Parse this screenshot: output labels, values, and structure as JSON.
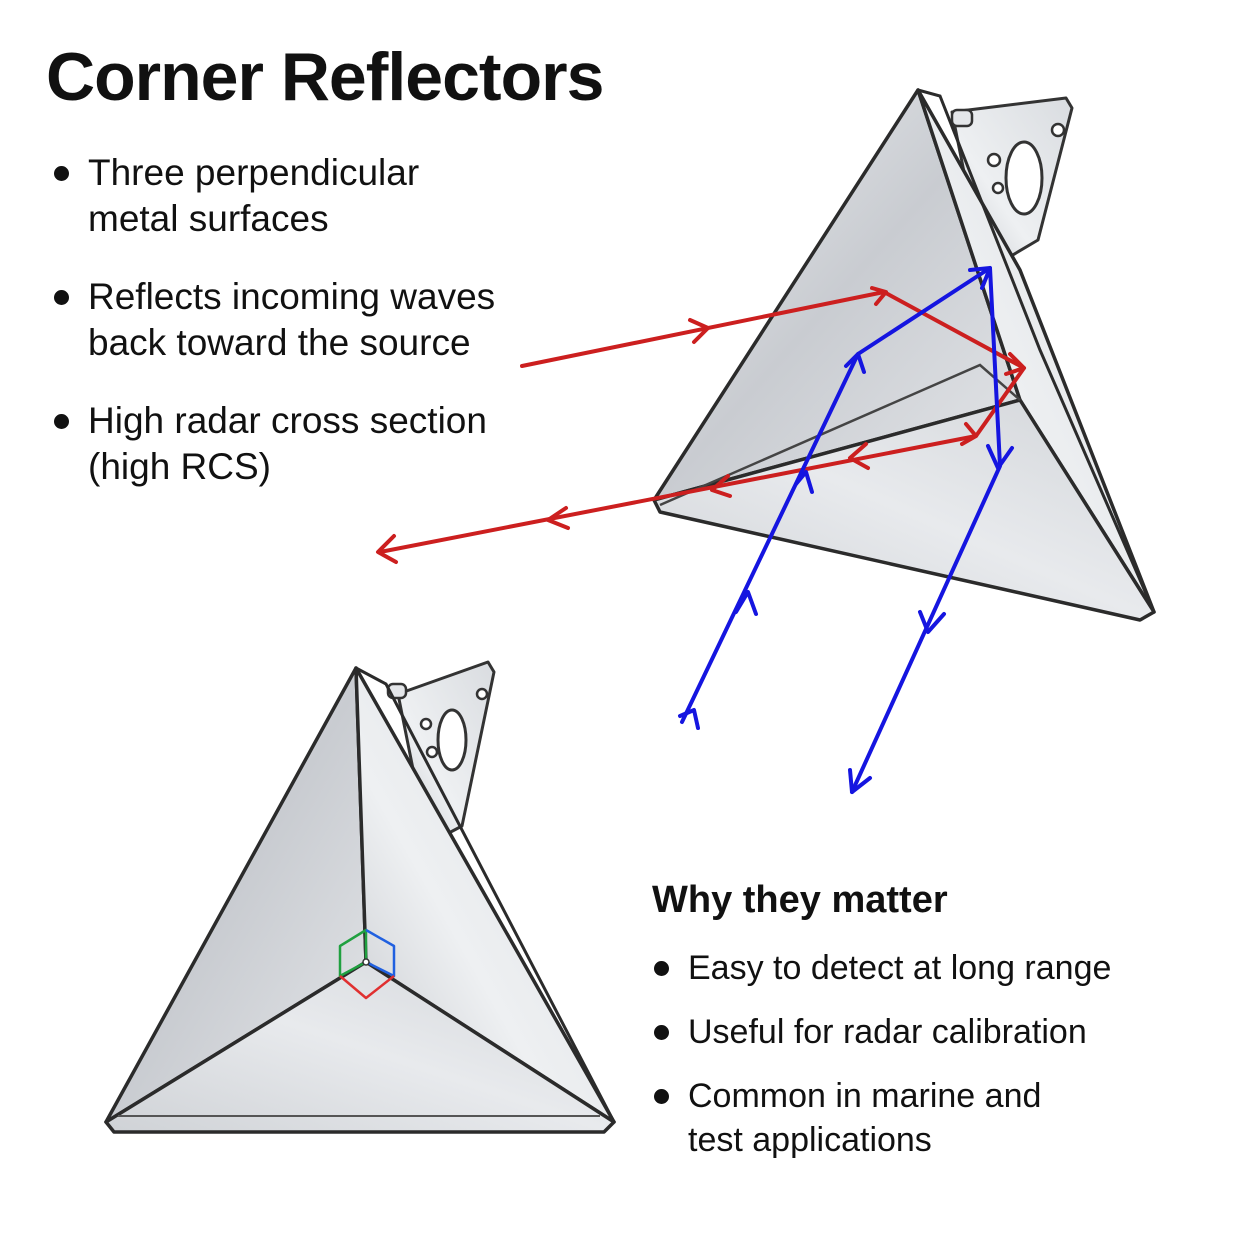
{
  "title": "Corner Reflectors",
  "features": [
    {
      "line1": "Three perpendicular",
      "line2": "metal surfaces"
    },
    {
      "line1": "Reflects incoming waves",
      "line2": "back toward the source"
    },
    {
      "line1": "High radar cross section",
      "line2": "(high RCS)"
    }
  ],
  "why": {
    "heading": "Why they matter",
    "items": [
      {
        "line1": "Easy to detect at long range",
        "line2": ""
      },
      {
        "line1": "Useful for radar calibration",
        "line2": ""
      },
      {
        "line1": "Common in marine and",
        "line2": "test applications"
      }
    ]
  },
  "colors": {
    "incident_ray": "#cc1f1f",
    "secondary_ray": "#1515e0",
    "axis_x": "#e03030",
    "axis_y": "#20a040",
    "axis_z": "#2060e0",
    "metal": "#d4d6da"
  },
  "icons": [
    "corner-reflector-illustration",
    "corner-reflector-front-view",
    "mounting-bracket",
    "wave-arrow"
  ]
}
